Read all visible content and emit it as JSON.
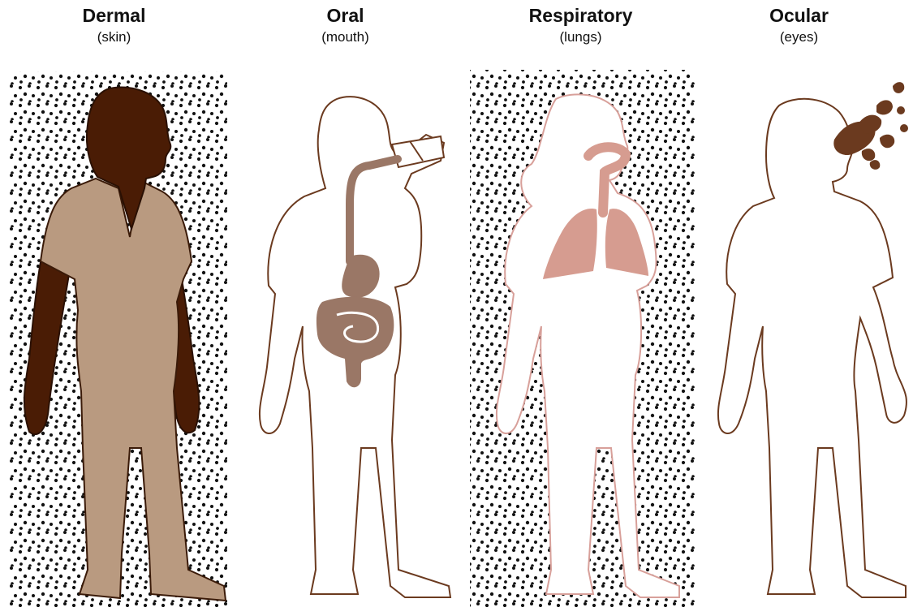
{
  "routes": [
    {
      "title": "Dermal",
      "subtitle": "(skin)",
      "icon": "dermal-exposure-figure"
    },
    {
      "title": "Oral",
      "subtitle": "(mouth)",
      "icon": "oral-exposure-figure"
    },
    {
      "title": "Respiratory",
      "subtitle": "(lungs)",
      "icon": "respiratory-exposure-figure"
    },
    {
      "title": "Ocular",
      "subtitle": "(eyes)",
      "icon": "ocular-exposure-figure"
    }
  ],
  "colors": {
    "skin_dark": "#4a1c05",
    "coverall_tan": "#b99a80",
    "outline_brown": "#6b3a1f",
    "organ_brown": "#9a7766",
    "lung_pink": "#d69c90",
    "outline_pink": "#d8a09a",
    "dots": "#111111"
  }
}
